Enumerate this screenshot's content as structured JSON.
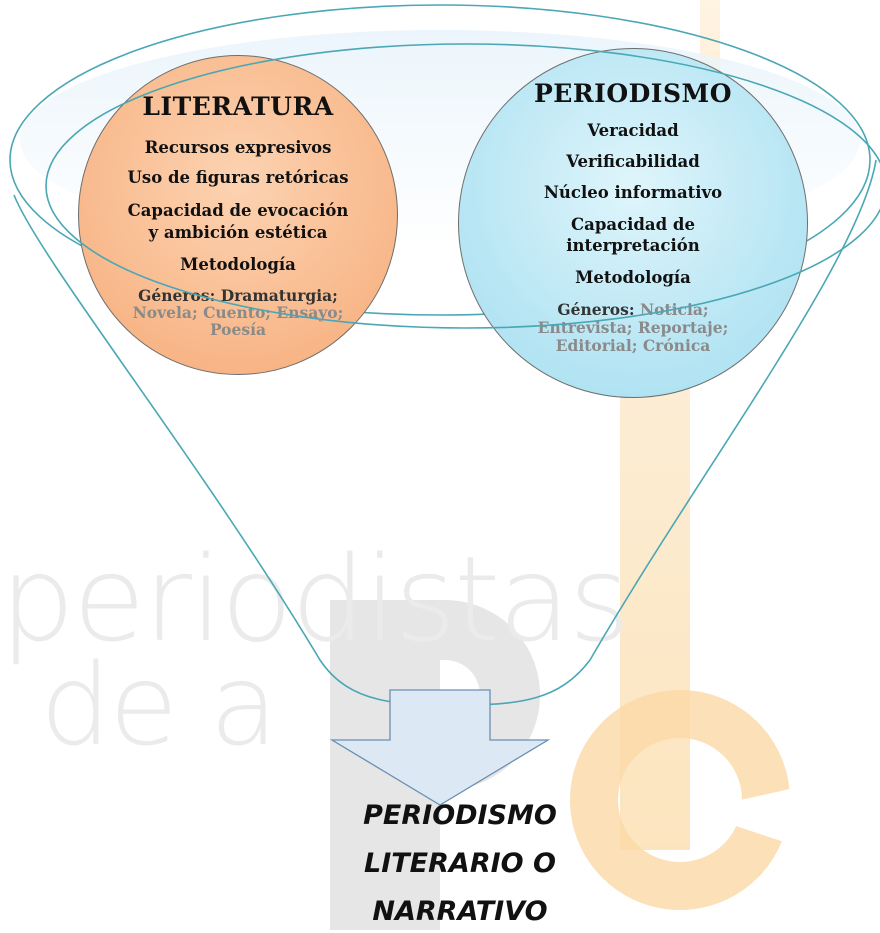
{
  "literatura": {
    "title": "LITERATURA",
    "items": [
      "Recursos expresivos",
      "Uso de figuras retóricas",
      "Capacidad de evocación",
      "y ambición estética",
      "Metodología"
    ],
    "genres_label": "Géneros:",
    "genres_line1_rest": "Dramaturgia;",
    "genres_line2": "Novela; Cuento; Ensayo;",
    "genres_line3": "Poesía"
  },
  "periodismo": {
    "title": "PERIODISMO",
    "items": [
      "Veracidad",
      "Verificabilidad",
      "Núcleo informativo",
      "Capacidad de",
      "interpretación",
      "Metodología"
    ],
    "genres_label": "Géneros:",
    "genres_line1_rest": "Noticia;",
    "genres_line2": "Entrevista; Reportaje;",
    "genres_line3": "Editorial; Crónica"
  },
  "result": {
    "lines": [
      "PERIODISMO",
      "LITERARIO  O",
      "NARRATIVO"
    ]
  },
  "watermark": {
    "line1": "periodistas",
    "line2": "de a"
  },
  "colors": {
    "funnel_stroke": "#4aa7b5",
    "literatura_fill": "#f8b789",
    "periodismo_fill": "#b9e6f4",
    "arrow_fill": "#dce9f5"
  }
}
